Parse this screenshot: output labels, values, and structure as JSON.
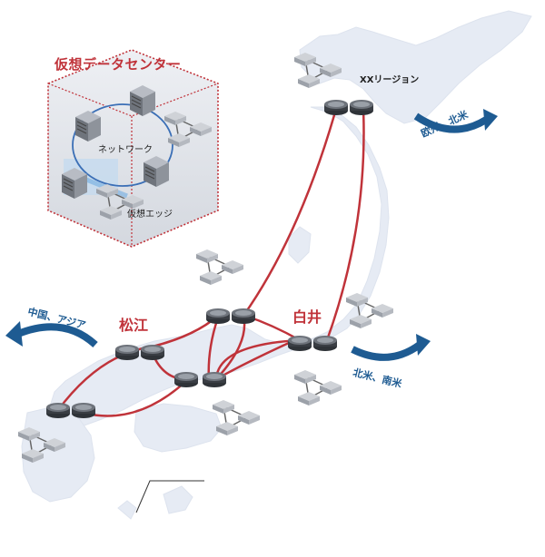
{
  "virtual_dc": {
    "title": "仮想データセンター",
    "network_label": "ネットワーク",
    "edge_label": "仮想エッジ"
  },
  "regions": {
    "hokkaido": "XXリージョン",
    "matsue": "松江",
    "shiroi": "白井"
  },
  "routes": {
    "europe_na": "欧州、北米",
    "americas": "北米、南米",
    "asia": "中国、アジア"
  },
  "colors": {
    "link_red": "#c0333a",
    "arrow_blue": "#1e5b92",
    "map_fill": "#e6ebf4",
    "server_gray": "#8a8f98"
  },
  "icons": {
    "router": "router-disk-icon",
    "server": "server-rack-icon",
    "edge_cluster": "edge-node-cluster-icon"
  }
}
